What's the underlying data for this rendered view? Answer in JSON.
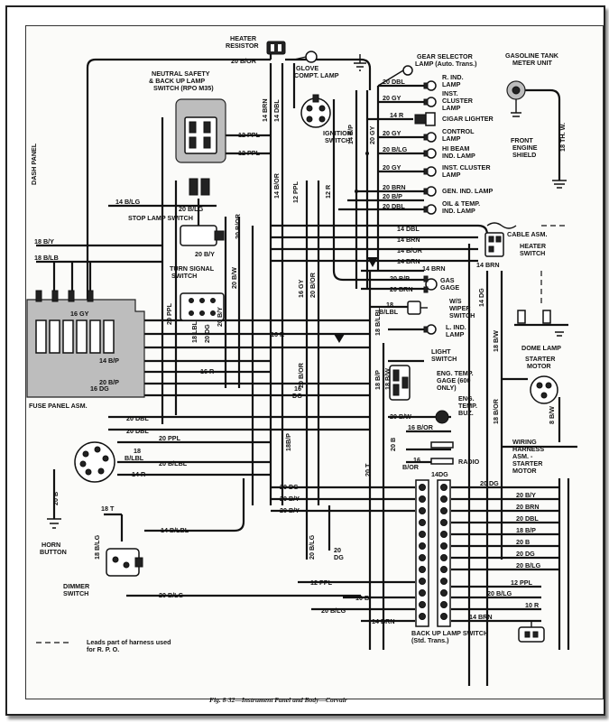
{
  "caption": "Fig. 8-32—Instrument Panel and Body—Corvair",
  "legend_note_line1": "Leads part of harness used",
  "legend_note_line2": "for R. P. O.",
  "side_label": "DASH PANEL",
  "components": {
    "heater_resistor_1": "HEATER",
    "heater_resistor_2": "RESISTOR",
    "neutral_1": "NEUTRAL SAFETY",
    "neutral_2": "& BACK UP LAMP",
    "neutral_3": "SWITCH (RPO M35)",
    "glove_1": "GLOVE",
    "glove_2": "COMPT. LAMP",
    "ignition_1": "IGNITION",
    "ignition_2": "SWITCH",
    "gear_1": "GEAR SELECTOR",
    "gear_2": "LAMP (Auto. Trans.)",
    "tank_1": "GASOLINE TANK",
    "tank_2": "METER UNIT",
    "r_ind_1": "R. IND.",
    "r_ind_2": "LAMP",
    "inst_cl_1": "INST.",
    "inst_cl_2": "CLUSTER",
    "inst_cl_3": "LAMP",
    "cigar": "CIGAR LIGHTER",
    "control_1": "CONTROL",
    "control_2": "LAMP",
    "hibeam_1": "HI BEAM",
    "hibeam_2": "IND. LAMP",
    "inst_cl2_1": "INST. CLUSTER",
    "inst_cl2_2": "LAMP",
    "gen_ind": "GEN. IND. LAMP",
    "oil_1": "OIL & TEMP.",
    "oil_2": "IND. LAMP",
    "front_1": "FRONT",
    "front_2": "ENGINE",
    "front_3": "SHIELD",
    "stop_lamp": "STOP LAMP SWITCH",
    "cable_asm": "CABLE ASM.",
    "heater_sw_1": "HEATER",
    "heater_sw_2": "SWITCH",
    "turn_1": "TURN SIGNAL",
    "turn_2": "SWITCH",
    "gas_1": "GAS",
    "gas_2": "GAGE",
    "wiper_1": "W/S",
    "wiper_2": "WIPER",
    "wiper_3": "SWITCH",
    "lind_1": "L. IND.",
    "lind_2": "LAMP",
    "dome": "DOME LAMP",
    "starter_1": "STARTER",
    "starter_2": "MOTOR",
    "light_1": "LIGHT",
    "light_2": "SWITCH",
    "eng_temp_1": "ENG. TEMP.",
    "eng_temp_2": "GAGE (600",
    "eng_temp_3": "ONLY)",
    "eng_buz_1": "ENG.",
    "eng_buz_2": "TEMP.",
    "eng_buz_3": "BUZ.",
    "radio": "RADIO",
    "fuse_panel": "FUSE PANEL ASM.",
    "harness_1": "WIRING",
    "harness_2": "HARNESS",
    "harness_3": "ASM. -",
    "harness_4": "STARTER",
    "harness_5": "MOTOR",
    "horn_1": "HORN",
    "horn_2": "BUTTON",
    "dimmer_1": "DIMMER",
    "dimmer_2": "SWITCH",
    "backup_1": "BACK UP LAMP SWITCH",
    "backup_2": "(Std. Trans.)"
  },
  "wires": {
    "w20bor_top": "20 B/OR",
    "w14brn_v": "14 BRN",
    "w14dbl_v": "14 DBL",
    "w14bor_v": "14 B/OR",
    "w12ppl_a": "12 PPL",
    "w12ppl_b": "12 PPL",
    "w12ppl_v": "12 PPL",
    "w12r_v": "12 R",
    "w14bp_v": "14 B/P",
    "w20gy_v": "20 GY",
    "w20dbl_a": "20 DBL",
    "w20gy_a": "20 GY",
    "w14r_a": "14 R",
    "w20gy_b": "20 GY",
    "w20blg_a": "20 B/LG",
    "w20gy_c": "20 GY",
    "w20brn_a": "20 BRN",
    "w20bp_a": "20 B/P",
    "w20dbl_b": "20 DBL",
    "w18thw": "18 TH. W.",
    "w14blg_a": "14 B/LG",
    "w20blg_b": "20 B/LG",
    "w20bor_v": "20 B/OR",
    "w18by": "18 B/Y",
    "w18blb": "18 B/LB",
    "w14dbl_r": "14 DBL",
    "w14brn_r": "14 BRN",
    "w14bor_r": "14 B/OR",
    "w14brn_r2": "14 BRN",
    "w14brn_r3": "14 BRN",
    "w20by_a": "20 B/Y",
    "w20bw": "20 B/W",
    "w20bp_gas": "20 B/P",
    "w20brn_gas": "20 BRN",
    "w18blbl": "18",
    "w18blbl2": "B/LBL",
    "w18blbl_v": "18 B/LBL",
    "w18bw_v": "18 B/W",
    "w20ppl_v": "20 PPL",
    "w16gy": "16 GY",
    "w16gy_v": "16 GY",
    "w20bor_v2": "20 B/OR",
    "w14dg_v": "14 DG",
    "w20by_v": "20 B/Y",
    "w18lbl_v": "18 LBL",
    "w20dg_v": "20 DG",
    "w16r": "16 R",
    "w14bp_a": "14 B/P",
    "w16r_b": "16 R",
    "w16dg": "16 DG",
    "w20bp_b": "20 B/P",
    "w16dg_a": "16",
    "w16dg_b": "DG",
    "w18bp_v": "18 B/P",
    "w18bw": "18 B/W",
    "w20bw_2": "20 B/W",
    "w16bor": "16 B/OR",
    "w18bor": "18 B/OR",
    "w20b_a": "20 B",
    "w16bor_b": "16",
    "w16bor_c": "B/OR",
    "w14dg": "14DG",
    "w20dbl_l": "20 DBL",
    "w20dbl_l2": "20 DBL",
    "w20ppl_l": "20 PPL",
    "w18blbl_l": "18",
    "w18blbl_l2": "B/LBL",
    "w20blbl_l": "20 B/LBL",
    "w14r_l": "14 R",
    "w20b_horn": "20 B",
    "w18t": "18 T",
    "w18blg_v": "18 B/LG",
    "w14blbl": "14 B/LBL",
    "w20blg_l": "20 B/LG",
    "w20dg_c": "20 DG",
    "w20by_c": "20 B/Y",
    "w20by_c2": "20 B/Y",
    "w18bp_c": "18B/P",
    "w20bor_c": "20 B/OR",
    "w20t": "20 T",
    "w20bg_v": "20 B/LG",
    "w20dg_low": "20",
    "w20dg_low2": "DG",
    "w12ppl_low": "12 PPL",
    "w20blg_low": "20 B/LG",
    "w10b": "10 B",
    "w14brn_low": "14 BRN",
    "w20dg_r": "20 DG",
    "w20by_r": "20 B/Y",
    "w20brn_r": "20 BRN",
    "w20dbl_r": "20 DBL",
    "w18bp_r": "18 B/P",
    "w20b_r": "20 B",
    "w20dg_r2": "20 DG",
    "w20blg_r": "20 B/LG",
    "w12ppl_r": "12 PPL",
    "w20blg_r2": "20 B/LG",
    "w10r": "10 R",
    "w14brn_r4": "14 BRN",
    "w20bw_r": "20 B/W",
    "w18bw_dome": "18 B/W",
    "w8bw": "8 B/W"
  }
}
